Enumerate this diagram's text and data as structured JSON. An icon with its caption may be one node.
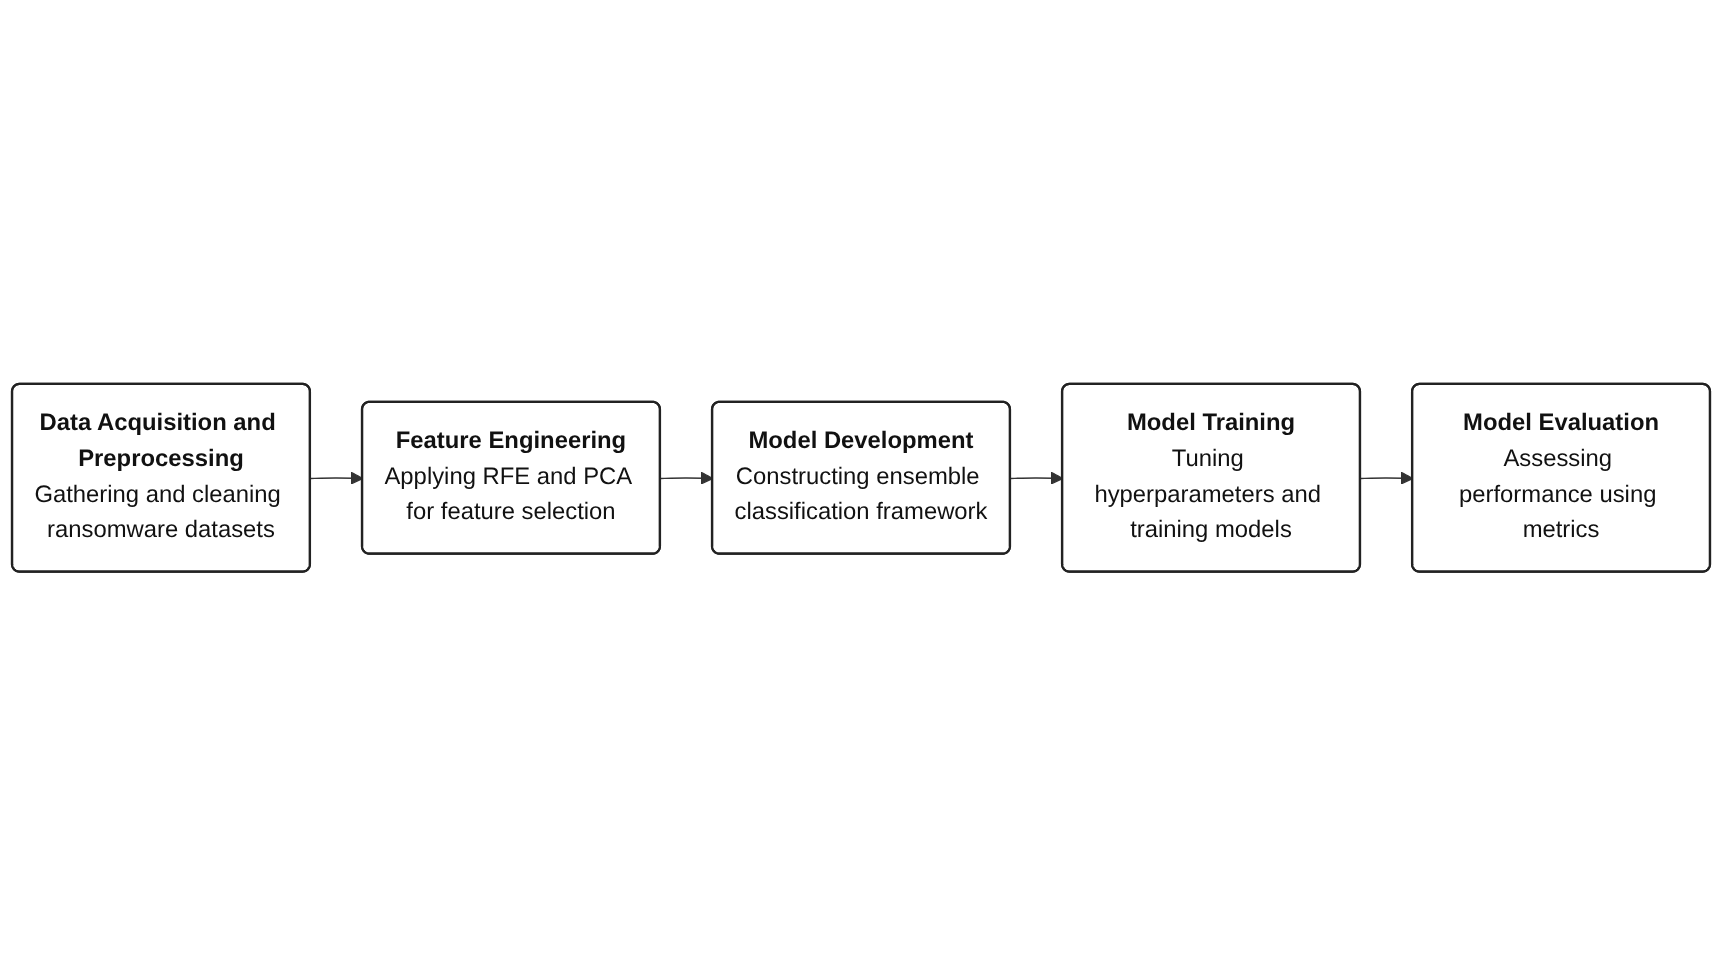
{
  "diagram": {
    "nodes": [
      {
        "text": [
          "Data Acquisition and Preprocessing",
          "Gathering and cleaning ransomware datasets"
        ]
      },
      {
        "text": [
          "Feature Engineering",
          "Applying RFE and PCA for feature selection"
        ]
      },
      {
        "text": [
          "Model Development",
          "Constructing ensemble classification framework"
        ]
      },
      {
        "text": [
          "Model Training",
          "Tuning hyperparameters and training models"
        ]
      },
      {
        "text": [
          "Model Evaluation",
          "Assessing performance using metrics"
        ]
      }
    ],
    "edges": [
      {
        "from": 0,
        "to": 1,
        "arrow": "to"
      },
      {
        "from": 1,
        "to": 2,
        "arrow": "to"
      },
      {
        "from": 2,
        "to": 3,
        "arrow": "to"
      },
      {
        "from": 3,
        "to": 4,
        "arrow": "to"
      }
    ]
  }
}
